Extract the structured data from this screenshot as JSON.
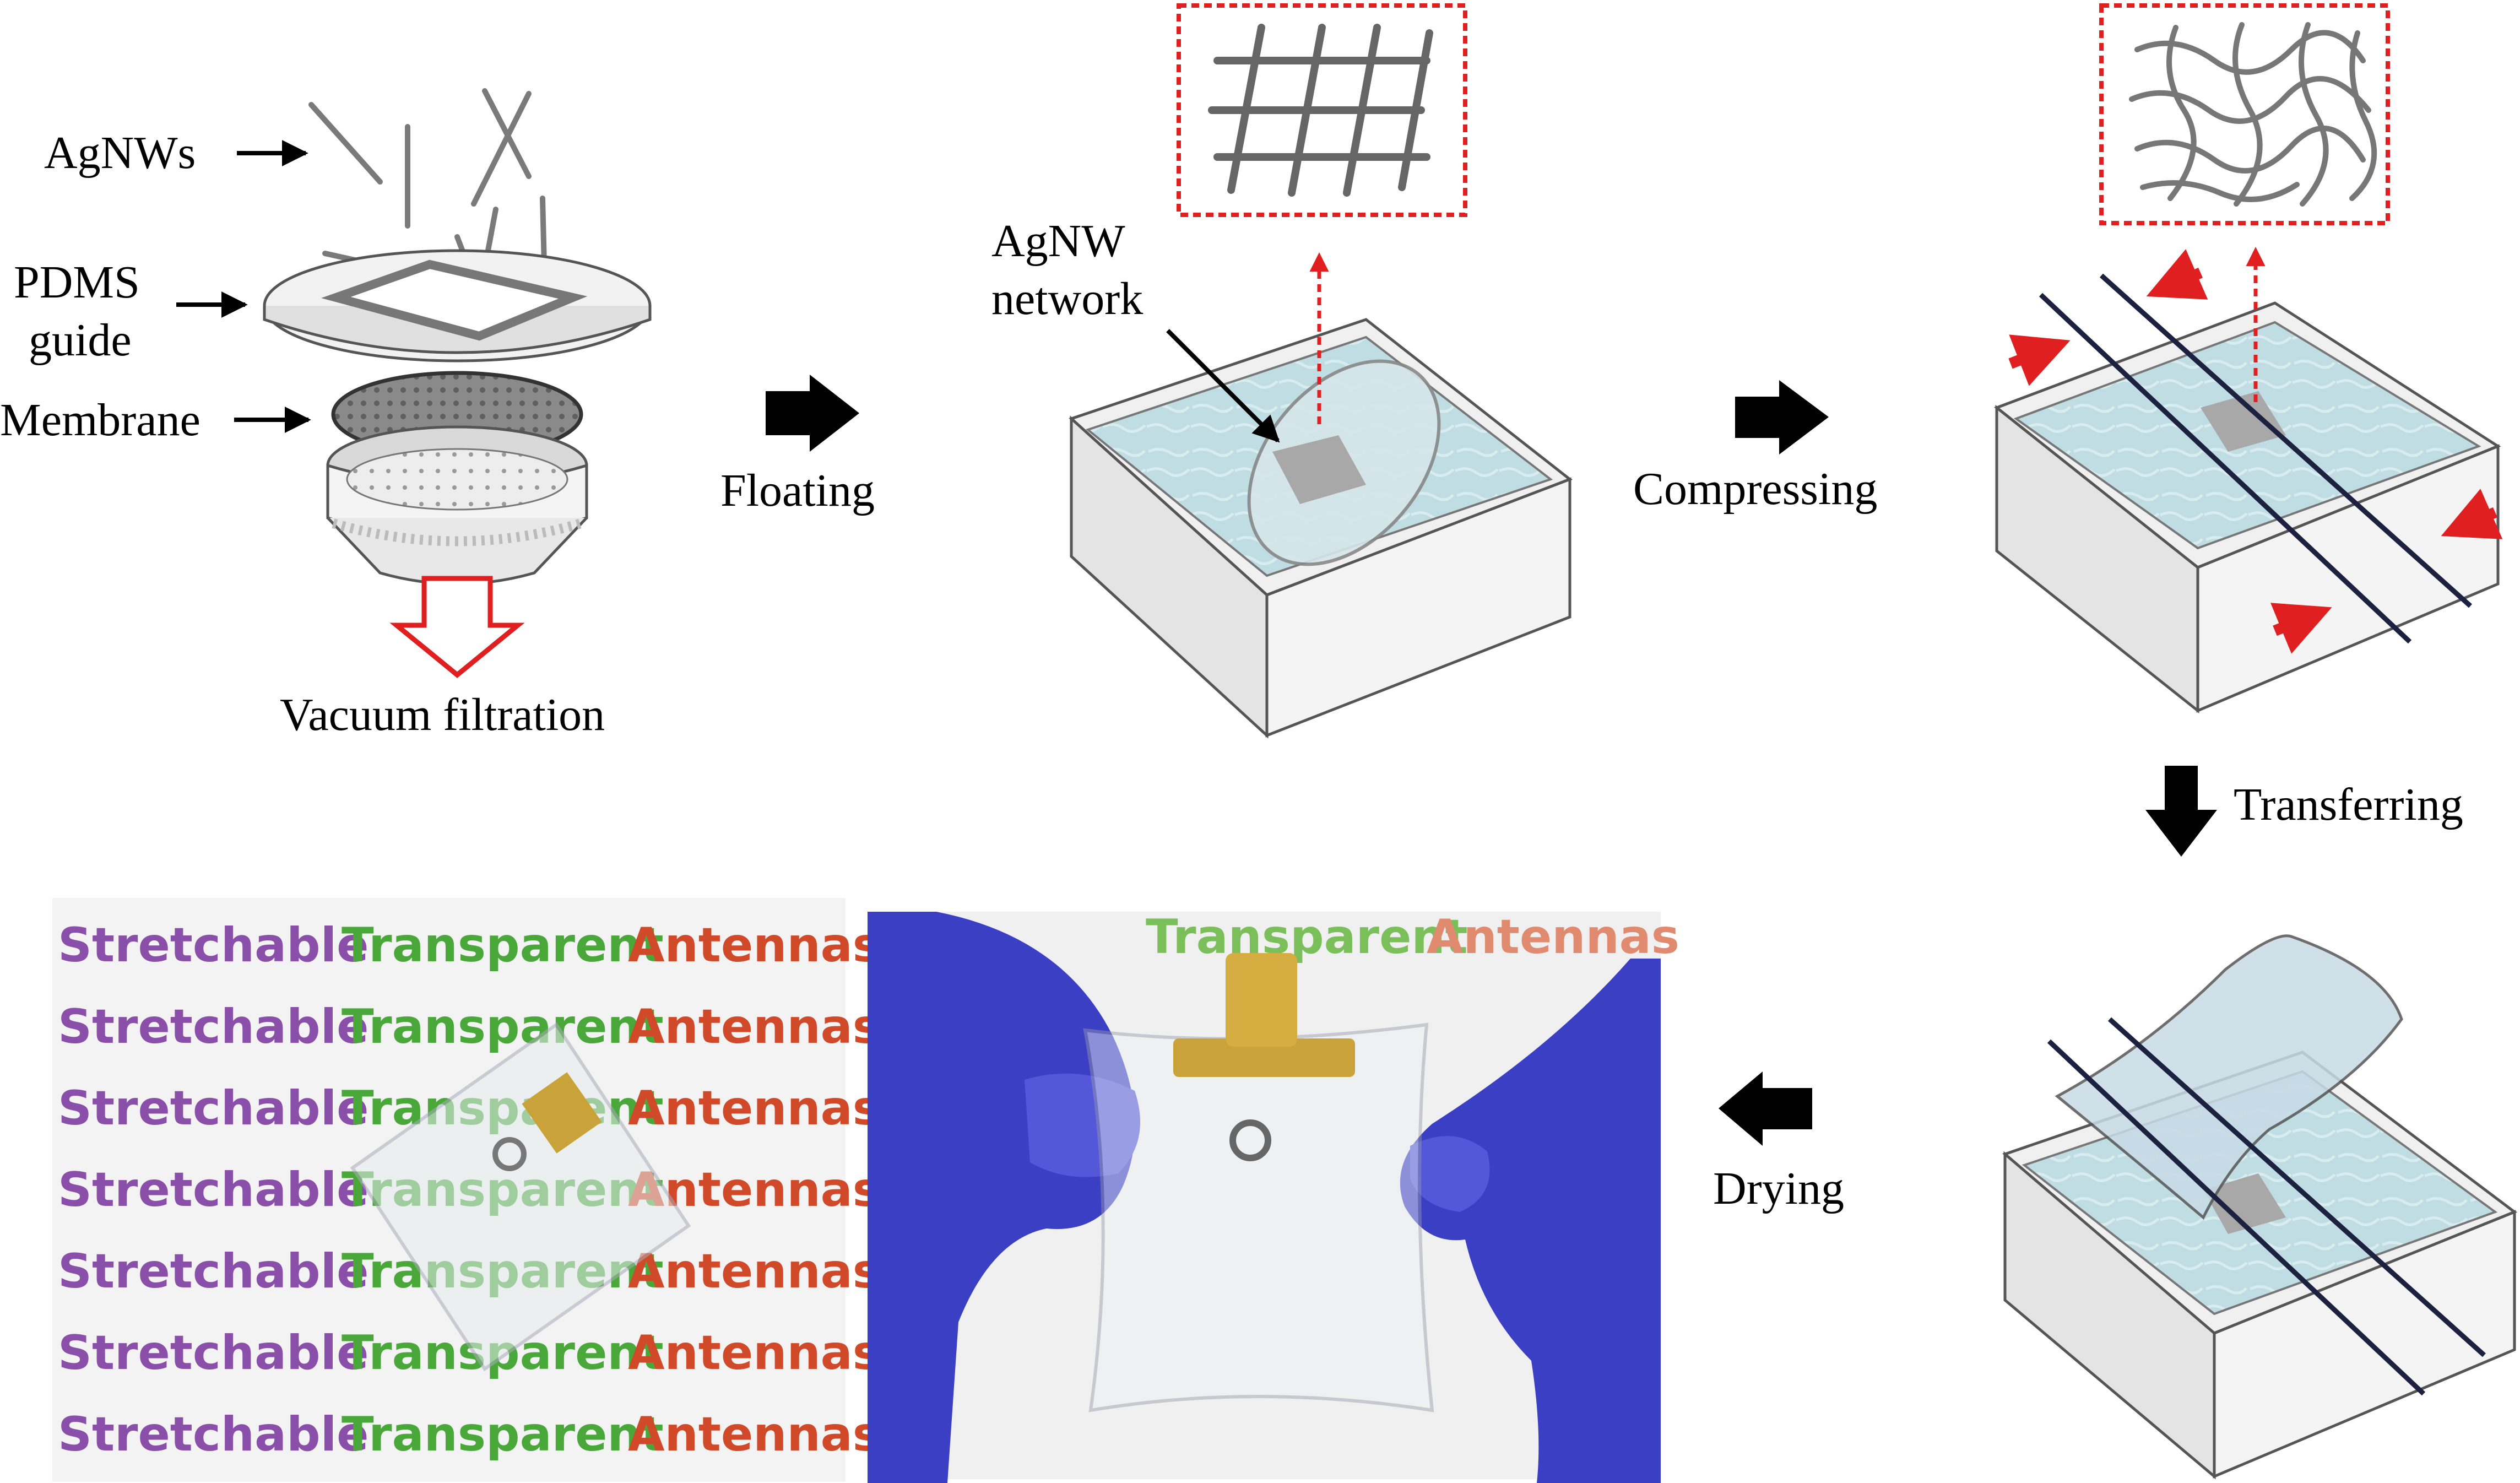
{
  "labels": {
    "agnws": "AgNWs",
    "pdms_line1": "PDMS",
    "pdms_line2": "guide",
    "membrane": "Membrane",
    "vacuum": "Vacuum filtration",
    "floating": "Floating",
    "agnw_net_line1": "AgNW",
    "agnw_net_line2": "network",
    "compressing": "Compressing",
    "transferring": "Transferring",
    "drying": "Drying"
  },
  "photo_text": {
    "word1": "Stretchable",
    "word2": "Transparent",
    "word3": "Antennas"
  },
  "colors": {
    "water": "#bfdde3",
    "box_side": "#e4e4e4",
    "red_dotted": "#e02020",
    "glove": "#3a3fc4",
    "connector": "#c9a23a",
    "rod": "#1c2140",
    "arrow": "#000000"
  }
}
